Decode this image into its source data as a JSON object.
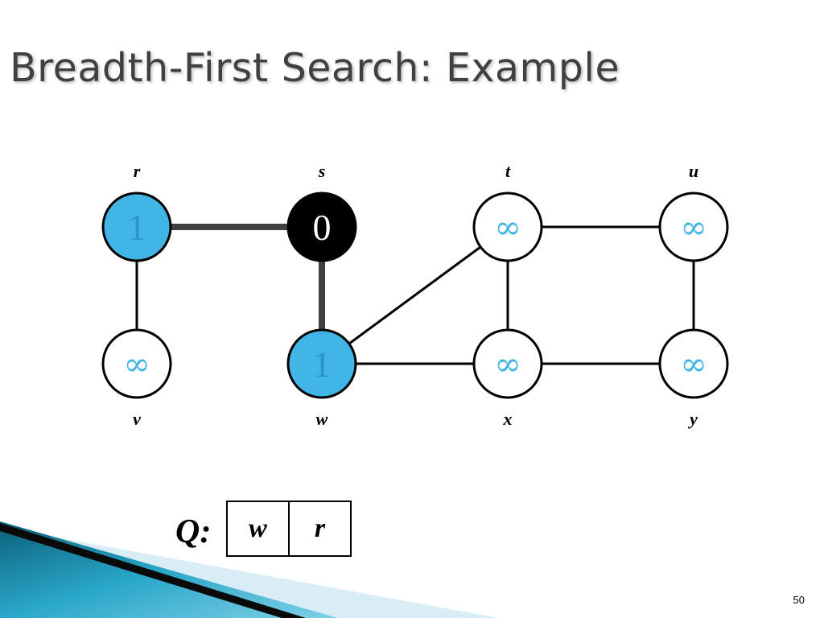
{
  "title": "Breadth-First Search: Example",
  "colors": {
    "discovered": "#41b6e6",
    "current": "#000000",
    "undiscovered": "#ffffff",
    "inf_text": "#41b6e6",
    "tree_edge": "#404040"
  },
  "graph": {
    "nodes": [
      {
        "id": "r",
        "label": "r",
        "value": "1",
        "state": "discovered",
        "row": 0,
        "col": 0
      },
      {
        "id": "s",
        "label": "s",
        "value": "0",
        "state": "current",
        "row": 0,
        "col": 1
      },
      {
        "id": "t",
        "label": "t",
        "value": "∞",
        "state": "undiscovered",
        "row": 0,
        "col": 2
      },
      {
        "id": "u",
        "label": "u",
        "value": "∞",
        "state": "undiscovered",
        "row": 0,
        "col": 3
      },
      {
        "id": "v",
        "label": "v",
        "value": "∞",
        "state": "undiscovered",
        "row": 1,
        "col": 0
      },
      {
        "id": "w",
        "label": "w",
        "value": "1",
        "state": "discovered",
        "row": 1,
        "col": 1
      },
      {
        "id": "x",
        "label": "x",
        "value": "∞",
        "state": "undiscovered",
        "row": 1,
        "col": 2
      },
      {
        "id": "y",
        "label": "y",
        "value": "∞",
        "state": "undiscovered",
        "row": 1,
        "col": 3
      }
    ],
    "edges": [
      {
        "from": "r",
        "to": "s",
        "tree": true
      },
      {
        "from": "s",
        "to": "w",
        "tree": true
      },
      {
        "from": "r",
        "to": "v",
        "tree": false
      },
      {
        "from": "w",
        "to": "t",
        "tree": false
      },
      {
        "from": "w",
        "to": "x",
        "tree": false
      },
      {
        "from": "t",
        "to": "u",
        "tree": false
      },
      {
        "from": "t",
        "to": "x",
        "tree": false
      },
      {
        "from": "u",
        "to": "y",
        "tree": false
      },
      {
        "from": "x",
        "to": "y",
        "tree": false
      }
    ]
  },
  "queue": {
    "label": "Q:",
    "items": [
      "w",
      "r"
    ]
  },
  "page_number": "50"
}
